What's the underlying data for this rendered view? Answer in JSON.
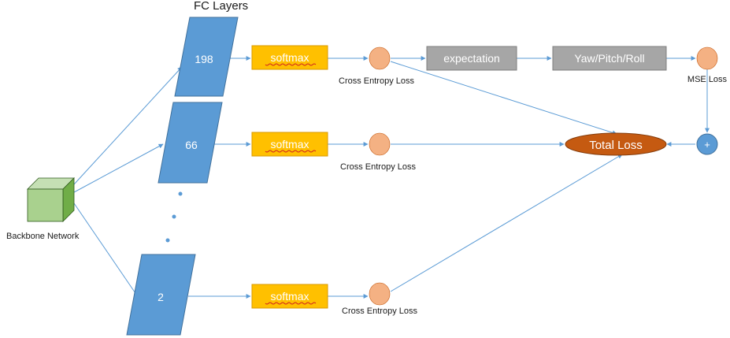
{
  "title": "FC Layers",
  "backbone": {
    "label": "Backbone Network"
  },
  "fc_layers": [
    {
      "label": "198"
    },
    {
      "label": "66"
    },
    {
      "label": "2"
    }
  ],
  "softmax": [
    "softmax",
    "softmax",
    "softmax"
  ],
  "ce_loss": [
    "Cross Entropy Loss",
    "Cross Entropy Loss",
    "Cross Entropy Loss"
  ],
  "expectation": "expectation",
  "angles": "Yaw/Pitch/Roll",
  "mse_loss": "MSE Loss",
  "plus": "+",
  "total_loss": "Total Loss",
  "colors": {
    "fc_fill": "#5b9bd5",
    "fc_stroke": "#41719c",
    "softmax_fill": "#ffc000",
    "softmax_stroke": "#d99a00",
    "loss_node": "#f4b183",
    "gray_box": "#a6a6a6",
    "total_loss_fill": "#c55a11",
    "plus_fill": "#5b9bd5",
    "edge": "#5b9bd5",
    "cube_front": "#a9d18e",
    "cube_top": "#c5e0b4",
    "cube_side": "#70ad47"
  }
}
